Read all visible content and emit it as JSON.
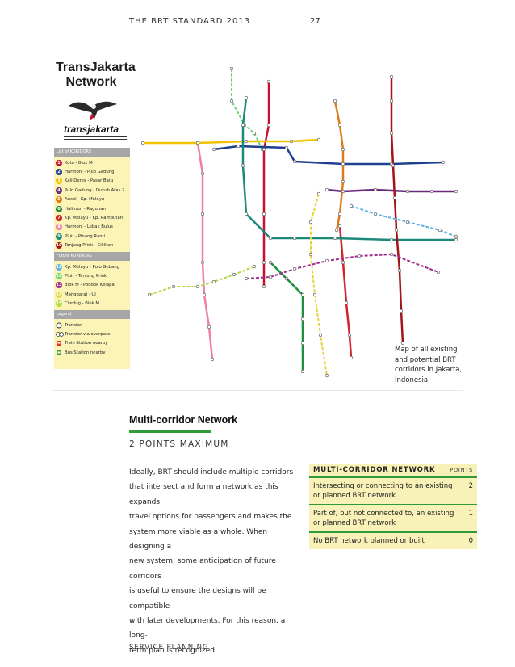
{
  "header": {
    "running_title": "THE BRT STANDARD 2013",
    "page_number": "27"
  },
  "map": {
    "title_line1": "TransJakarta",
    "title_line2": "Network",
    "logo_text": "transjakarta",
    "caption": "Map of all existing and potential BRT corridors in Jakarta, Indonesia.",
    "legend": {
      "corridors_heading": "List of KORIDORS",
      "corridors": [
        {
          "num": "1",
          "name": "Kota - Blok M",
          "color": "#c8102e"
        },
        {
          "num": "2",
          "name": "Harmoni - Pulo Gadung",
          "color": "#1f3f8f"
        },
        {
          "num": "3",
          "name": "Kali Deres - Pasar Baru",
          "color": "#f2c200"
        },
        {
          "num": "4",
          "name": "Pulo Gadung - Dukuh Atas 2",
          "color": "#6a2a80"
        },
        {
          "num": "5",
          "name": "Ancol - Kp. Melayu",
          "color": "#e07b1a"
        },
        {
          "num": "6",
          "name": "Halimun - Ragunan",
          "color": "#1e8f3c"
        },
        {
          "num": "7",
          "name": "Kp. Melayu - Kp. Rambutan",
          "color": "#d2232a"
        },
        {
          "num": "8",
          "name": "Harmoni - Lebak Bulus",
          "color": "#f07fa8"
        },
        {
          "num": "9",
          "name": "Pluit - Pinang Ranti",
          "color": "#1b8a7a"
        },
        {
          "num": "10",
          "name": "Tanjung Priok - Cililitan",
          "color": "#a3131a"
        }
      ],
      "future_heading": "Future KORIDORS",
      "future": [
        {
          "num": "11",
          "name": "Kp. Melayu - Pulo Gebang",
          "color": "#5fb3e4"
        },
        {
          "num": "12",
          "name": "Pluit - Tanjung Priok",
          "color": "#6fd36f"
        },
        {
          "num": "13",
          "name": "Blok M - Pondok Kelapa",
          "color": "#a02c8a"
        },
        {
          "num": "14",
          "name": "Manggarai - UI",
          "color": "#e6d23a"
        },
        {
          "num": "15",
          "name": "Ciledug - Blok M",
          "color": "#b4d94a"
        }
      ],
      "legend_heading": "Legend",
      "symbols": [
        {
          "sym": "transfer",
          "label": "Transfer"
        },
        {
          "sym": "overpass",
          "label": "Transfer via overpass"
        },
        {
          "sym": "train",
          "label": "Train Station nearby"
        },
        {
          "sym": "bus",
          "label": "Bus Station nearby"
        }
      ]
    }
  },
  "section": {
    "title": "Multi-corridor Network",
    "points_max": "2 POINTS MAXIMUM",
    "body_lines": [
      "Ideally, BRT should include multiple corridors",
      "that intersect and form a network as this expands",
      "travel options for passengers and makes the",
      "system more viable as a whole. When designing a",
      "new system, some anticipation of future corridors",
      "is useful to ensure the designs will be compatible",
      "with later developments. For this reason, a long-",
      "term plan is recognized."
    ]
  },
  "score_table": {
    "header": "MULTI-CORRIDOR NETWORK",
    "points_header": "POINTS",
    "rows": [
      {
        "criterion": "Intersecting or connecting to an existing or planned BRT network",
        "points": "2"
      },
      {
        "criterion": "Part of, but not connected to, an existing or planned BRT network",
        "points": "1"
      },
      {
        "criterion": "No BRT network planned or built",
        "points": "0"
      }
    ]
  },
  "footer": {
    "text": "SERVICE PLANNING"
  }
}
